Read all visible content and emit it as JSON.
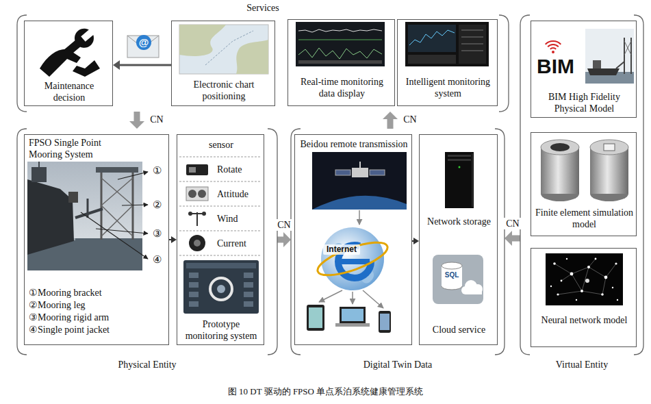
{
  "diagram": {
    "caption": "图 10 DT 驱动的 FPSO 单点系泊系统健康管理系统",
    "nodes": [
      {
        "text": [
          "Services"
        ]
      },
      {
        "text": [
          "Maintenance decision"
        ],
        "in": 0
      },
      {
        "text": [
          "Electronic chart positioning"
        ],
        "in": 0
      },
      {
        "text": [
          "Real-time monitoring data display"
        ],
        "in": 0
      },
      {
        "text": [
          "Intelligent monitoring system"
        ],
        "in": 0
      },
      {
        "text": [
          "Physical Entity"
        ]
      },
      {
        "text": [
          "FPSO Single Point Mooring System",
          "①Mooring bracket",
          "②Mooring leg",
          "③Mooring rigid arm",
          "④Single point jacket"
        ],
        "in": 5
      },
      {
        "text": [
          "sensor",
          "Rotate",
          "Attitude",
          "Wind",
          "Current",
          "Prototype monitoring system"
        ],
        "in": 5
      },
      {
        "text": [
          "Digital Twin Data"
        ]
      },
      {
        "text": [
          "Beidou remote transmission"
        ],
        "in": 8
      },
      {
        "text": [
          "Network storage",
          "Cloud service"
        ],
        "in": 8
      },
      {
        "text": [
          "Virtual Entity"
        ]
      },
      {
        "text": [
          "BIM High Fidelity Physical Model"
        ],
        "in": 11
      },
      {
        "text": [
          "Finite element simulation model"
        ],
        "in": 11
      },
      {
        "text": [
          "Neural network model"
        ],
        "in": 11
      }
    ],
    "edges": [
      {
        "from": 2,
        "to": 1,
        "arrow": "to"
      },
      {
        "from": 0,
        "to": 5,
        "label": "CN",
        "arrow": "to"
      },
      {
        "from": 6,
        "to": 7,
        "arrow": "to"
      },
      {
        "from": 5,
        "to": 8,
        "label": "CN",
        "arrow": "to"
      },
      {
        "from": 9,
        "to": 10,
        "arrow": "to"
      },
      {
        "from": 8,
        "to": 0,
        "label": "CN",
        "arrow": "to"
      },
      {
        "from": 11,
        "to": 8,
        "label": "CN",
        "arrow": "to"
      }
    ],
    "labels": [
      "@",
      "①",
      "②",
      "③",
      "④",
      "Internet",
      "SQL",
      "BIM"
    ]
  }
}
